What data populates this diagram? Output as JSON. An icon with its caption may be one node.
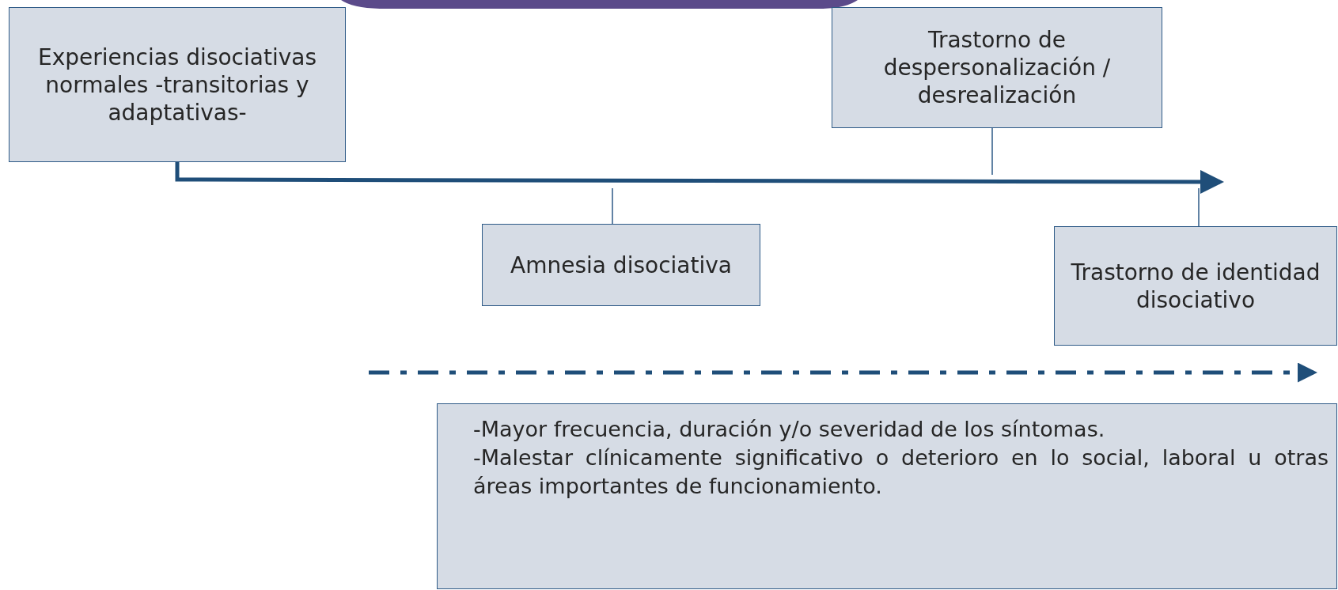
{
  "diagram": {
    "nodes": [
      {
        "text": [
          "Experiencias disociativas normales -transitorias y adaptativas-"
        ]
      },
      {
        "text": [
          "Trastorno de despersonalización / desrealización"
        ]
      },
      {
        "text": [
          "Amnesia disociativa"
        ]
      },
      {
        "text": [
          "Trastorno de identidad disociativo"
        ]
      },
      {
        "text": [
          "-Mayor frecuencia, duración y/o severidad de los síntomas.",
          "-Malestar clínicamente significativo o deterioro en lo social, laboral u otras áreas importantes de funcionamiento."
        ]
      }
    ],
    "edges": [
      {
        "from": 0,
        "to": null,
        "arrow": "to",
        "style": "thick"
      },
      {
        "from": 1,
        "to": null,
        "arrow": "none"
      },
      {
        "from": 2,
        "to": null,
        "arrow": "none"
      },
      {
        "from": 3,
        "to": null,
        "arrow": "none"
      }
    ]
  }
}
